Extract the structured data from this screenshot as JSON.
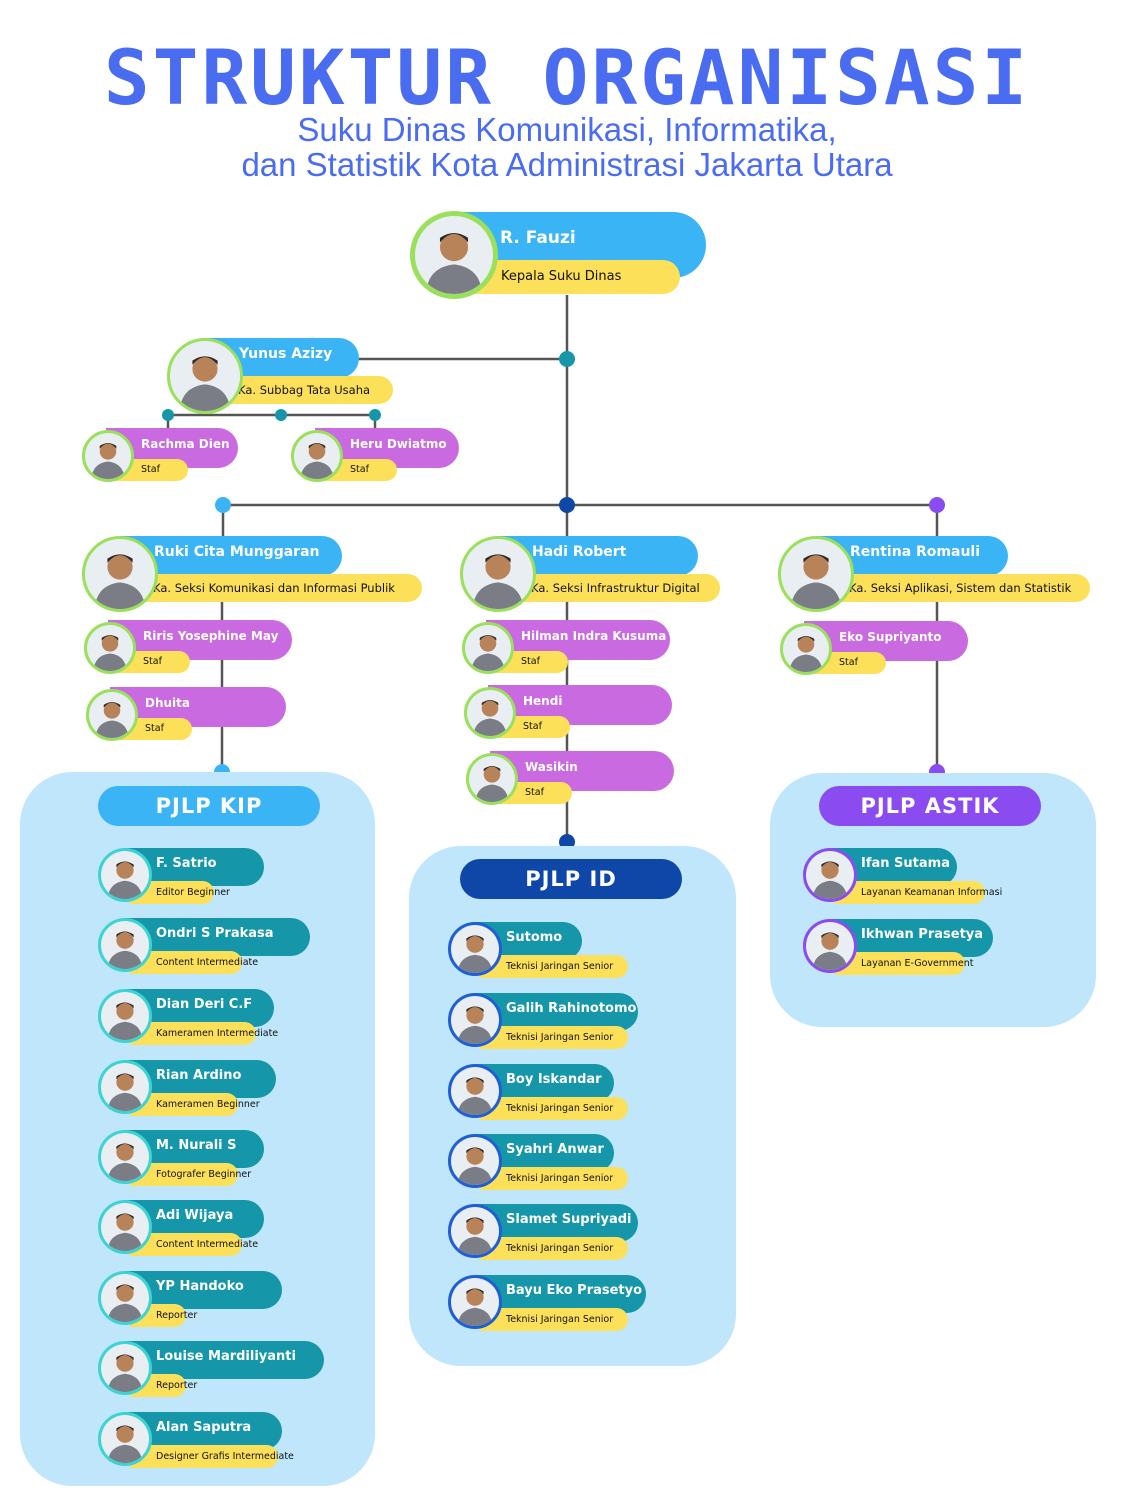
{
  "header": {
    "title": "STRUKTUR ORGANISASI",
    "subtitle_line1": "Suku Dinas Komunikasi, Informatika,",
    "subtitle_line2": "dan Statistik Kota Administrasi Jakarta Utara"
  },
  "colors": {
    "head_bar": "#3bb4f6",
    "staff_bar": "#c96ae0",
    "role_bar": "#fde05a",
    "contractor_bar": "#1597a9",
    "panel_bg": "#bfe6fb",
    "kip_pill": "#3bb4f6",
    "id_pill": "#0f47a8",
    "astik_pill": "#8a4cf0",
    "connector": "#555555"
  },
  "head": {
    "name": "R. Fauzi",
    "role": "Kepala Suku Dinas"
  },
  "tata_usaha": {
    "head": {
      "name": "Yunus Azizy",
      "role": "Ka. Subbag Tata Usaha"
    },
    "staff": [
      {
        "name": "Rachma Dien",
        "role": "Staf"
      },
      {
        "name": "Heru Dwiatmo",
        "role": "Staf"
      }
    ]
  },
  "sections": [
    {
      "head": {
        "name": "Ruki Cita Munggaran",
        "role": "Ka. Seksi Komunikasi dan Informasi Publik"
      },
      "staff": [
        {
          "name": "Riris Yosephine May",
          "role": "Staf"
        },
        {
          "name": "Dhuita",
          "role": "Staf"
        }
      ]
    },
    {
      "head": {
        "name": "Hadi Robert",
        "role": "Ka. Seksi Infrastruktur Digital"
      },
      "staff": [
        {
          "name": "Hilman Indra Kusuma",
          "role": "Staf"
        },
        {
          "name": "Hendi",
          "role": "Staf"
        },
        {
          "name": "Wasikin",
          "role": "Staf"
        }
      ]
    },
    {
      "head": {
        "name": "Rentina Romauli",
        "role": "Ka. Seksi Aplikasi, Sistem dan Statistik"
      },
      "staff": [
        {
          "name": "Eko Supriyanto",
          "role": "Staf"
        }
      ]
    }
  ],
  "pjlp_kip": {
    "label": "PJLP KIP",
    "members": [
      {
        "name": "F. Satrio",
        "role": "Editor Beginner"
      },
      {
        "name": "Ondri S Prakasa",
        "role": "Content Intermediate"
      },
      {
        "name": "Dian Deri C.F",
        "role": "Kameramen Intermediate"
      },
      {
        "name": "Rian Ardino",
        "role": "Kameramen Beginner"
      },
      {
        "name": "M. Nurali S",
        "role": "Fotografer Beginner"
      },
      {
        "name": "Adi Wijaya",
        "role": "Content Intermediate"
      },
      {
        "name": "YP  Handoko",
        "role": "Reporter"
      },
      {
        "name": "Louise Mardiliyanti",
        "role": "Reporter"
      },
      {
        "name": "Alan Saputra",
        "role": "Designer Grafis Intermediate"
      }
    ]
  },
  "pjlp_id": {
    "label": "PJLP ID",
    "members": [
      {
        "name": "Sutomo",
        "role": "Teknisi Jaringan Senior"
      },
      {
        "name": "Galih Rahinotomo",
        "role": "Teknisi Jaringan Senior"
      },
      {
        "name": "Boy Iskandar",
        "role": "Teknisi Jaringan Senior"
      },
      {
        "name": "Syahri Anwar",
        "role": "Teknisi Jaringan Senior"
      },
      {
        "name": "Slamet Supriyadi",
        "role": "Teknisi Jaringan Senior"
      },
      {
        "name": "Bayu Eko Prasetyo",
        "role": "Teknisi Jaringan Senior"
      }
    ]
  },
  "pjlp_astik": {
    "label": "PJLP ASTIK",
    "members": [
      {
        "name": "Ifan Sutama",
        "role": "Layanan Keamanan Informasi"
      },
      {
        "name": "Ikhwan Prasetya",
        "role": "Layanan E-Government"
      }
    ]
  }
}
